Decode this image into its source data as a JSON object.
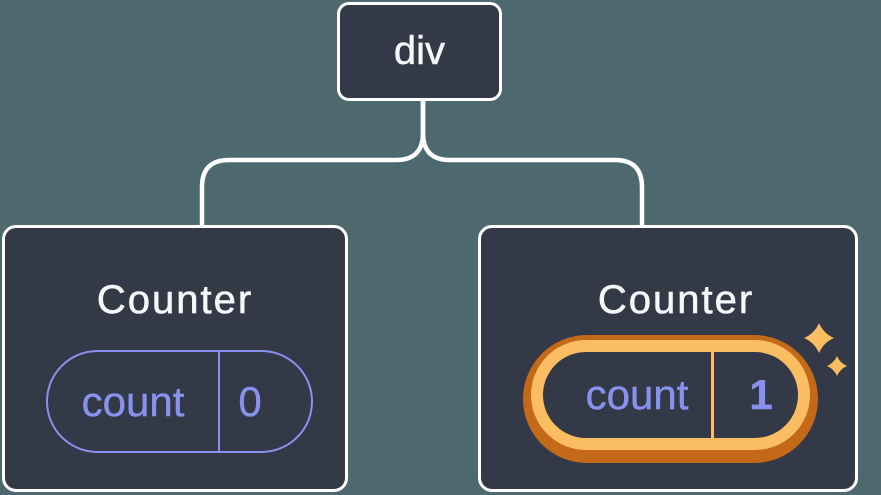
{
  "diagram": {
    "background_color": "#4D686F",
    "node_fill_color": "#333947",
    "connector_color": "#FFFFFF",
    "accent_purple": "#8891EC",
    "highlight_orange_dark": "#C46917",
    "highlight_orange_light": "#FABD62",
    "root": {
      "label": "div"
    },
    "children": [
      {
        "title": "Counter",
        "state_key": "count",
        "state_value": "0",
        "highlighted": false
      },
      {
        "title": "Counter",
        "state_key": "count",
        "state_value": "1",
        "highlighted": true
      }
    ]
  }
}
